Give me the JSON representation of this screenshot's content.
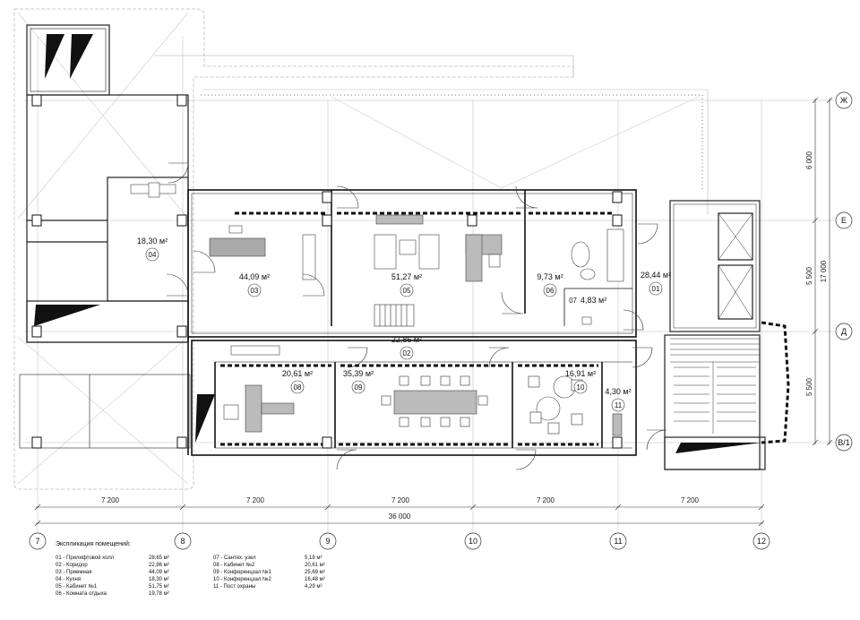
{
  "axes_horizontal": [
    {
      "id": "7",
      "label": "7"
    },
    {
      "id": "8",
      "label": "8"
    },
    {
      "id": "9",
      "label": "9"
    },
    {
      "id": "10",
      "label": "10"
    },
    {
      "id": "11",
      "label": "11"
    },
    {
      "id": "12",
      "label": "12"
    }
  ],
  "axes_vertical": [
    {
      "id": "zh",
      "label": "Ж"
    },
    {
      "id": "e",
      "label": "Е"
    },
    {
      "id": "d",
      "label": "Д"
    },
    {
      "id": "v1",
      "label": "В/1"
    }
  ],
  "dimensions_bottom": {
    "spans": [
      "7 200",
      "7 200",
      "7 200",
      "7 200",
      "7 200"
    ],
    "total": "36 000"
  },
  "dimensions_right": {
    "spans": [
      "6 000",
      "5 500",
      "5 500"
    ],
    "total": "17 000"
  },
  "rooms": [
    {
      "num": "01",
      "area": "28,44 м²"
    },
    {
      "num": "02",
      "area": "22,86 м²"
    },
    {
      "num": "03",
      "area": "44,09 м²"
    },
    {
      "num": "04",
      "area": "18,30 м²"
    },
    {
      "num": "05",
      "area": "51,27 м²"
    },
    {
      "num": "06",
      "area": "9,73 м²"
    },
    {
      "num": "07",
      "area": "4,83 м²"
    },
    {
      "num": "08",
      "area": "20,61 м²"
    },
    {
      "num": "09",
      "area": "35,39 м²"
    },
    {
      "num": "10",
      "area": "16,91 м²"
    },
    {
      "num": "11",
      "area": "4,30 м²"
    }
  ],
  "legend": {
    "title": "Экспликация помещений:",
    "col1": [
      {
        "name": "01 - Прилифтовой холл",
        "area": "28,65 м²"
      },
      {
        "name": "02 - Коридор",
        "area": "22,86 м²"
      },
      {
        "name": "03 - Приемная",
        "area": "44,09 м²"
      },
      {
        "name": "04 - Кухня",
        "area": "18,30 м²"
      },
      {
        "name": "05 - Кабинет №1",
        "area": "51,75 м²"
      },
      {
        "name": "06 - Комната отдыха",
        "area": "19,78 м²"
      }
    ],
    "col2": [
      {
        "name": "07 - Сантех. узел",
        "area": "5,18 м²"
      },
      {
        "name": "08 - Кабинет №2",
        "area": "20,61 м²"
      },
      {
        "name": "09 - Конференцзал №1",
        "area": "25,69 м²"
      },
      {
        "name": "10 - Конференцзал №2",
        "area": "16,48 м²"
      },
      {
        "name": "11 - Пост охраны",
        "area": "4,29 м²"
      }
    ]
  }
}
